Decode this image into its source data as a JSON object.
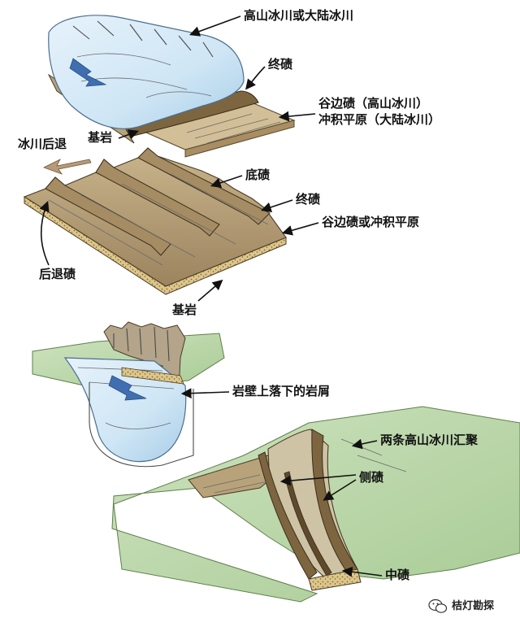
{
  "labels": {
    "alpine_or_continental_glacier": "高山冰川或大陆冰川",
    "terminal_moraine_1": "终碛",
    "valley_train": "谷边碛（高山冰川）",
    "outwash_plain": "冲积平原（大陆冰川）",
    "bedrock_1": "基岩",
    "glacier_retreat": "冰川后退",
    "ground_moraine": "底碛",
    "terminal_moraine_2": "终碛",
    "valley_train_or_outwash": "谷边碛或冲积平原",
    "recessional_moraine": "后退碛",
    "bedrock_2": "基岩",
    "rockfall_debris": "岩壁上落下的岩屑",
    "two_glaciers_converge": "两条高山冰川汇聚",
    "lateral_moraine": "侧碛",
    "medial_moraine": "中碛"
  },
  "watermark": {
    "icon": "wechat-icon",
    "text": "桔灯勘探"
  },
  "colors": {
    "ice": "#cfe6f5",
    "ice_shadow": "#9fc6e3",
    "flow_arrow": "#3f6fb0",
    "till": "#b39a72",
    "sand": "#dcc68a",
    "soil_dot": "#8a6a3a",
    "grass": "#b9d7a8",
    "ground": "#cfc3a6"
  }
}
